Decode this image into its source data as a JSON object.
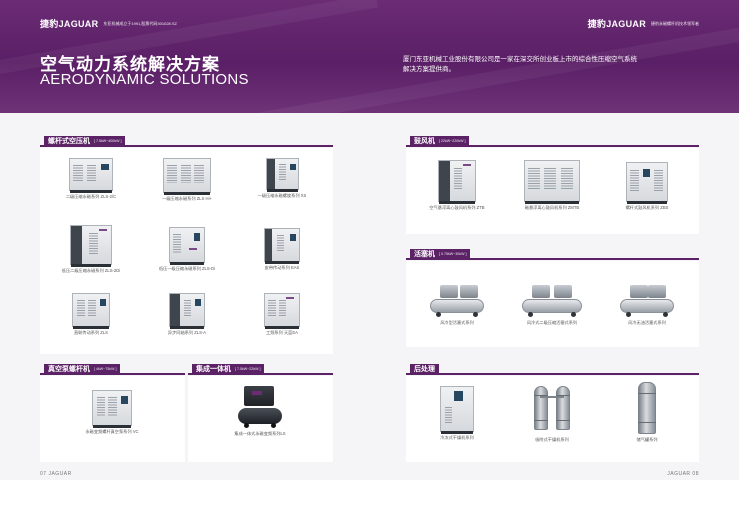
{
  "header": {
    "left_brand": "捷豹JAGUAR",
    "left_sub": "东亚机械成立于1991,股票代码301028.SZ",
    "right_brand": "捷豹JAGUAR",
    "right_sub": "捷豹永磁螺杆机技术领军者"
  },
  "hero": {
    "title_cn": "空气动力系统解决方案",
    "title_en": "AERODYNAMIC SOLUTIONS",
    "intro": "厦门东亚机械工业股份有限公司是一家在深交所创业板上市的综合性压缩空气系统解决方案提供商。"
  },
  "sections": {
    "screw": {
      "title": "螺杆式空压机",
      "range": "[ 7.5kW~400kW ]",
      "items": [
        "二级压缩永磁系列 ZLS-2/C",
        "一级压缩永磁系列 ZLS Hi+",
        "一级压缩永磁螺旋系列 XS",
        "低压二级压缩永磁系列 ZLS-2Di",
        "低压一级压缩永磁系列 ZLS-Di",
        "皮带传动系列 EAS",
        "直联传动系列 ZLS",
        "异步同轴系列 ZLS-A",
        "工频系列 天蓝EA"
      ]
    },
    "vacuum": {
      "title": "真空泵螺杆机",
      "range": "[ 4kW~75kW ]",
      "items": [
        "永磁变频螺杆真空泵系列 VC"
      ]
    },
    "integrated": {
      "title": "集成一体机",
      "range": "[ 7.5kW~22kW ]",
      "items": [
        "集成一体式永磁变频系列LS"
      ]
    },
    "blower": {
      "title": "鼓风机",
      "range": "[ 22kW~220kW ]",
      "items": [
        "空气悬浮离心鼓风机系列 ZTB",
        "磁悬浮离心鼓风机系列 ZMTB",
        "螺杆式鼓风机系列 ZBS"
      ]
    },
    "piston": {
      "title": "活塞机",
      "range": "[ 0.75kW~30kW ]",
      "items": [
        "风冷型活塞式系列",
        "风冷式二级压缩活塞式系列",
        "风冷无油活塞式系列"
      ]
    },
    "post": {
      "title": "后处理",
      "items": [
        "冷冻式干燥机系列",
        "吸附式干燥机系列",
        "储气罐系列"
      ]
    }
  },
  "footer": {
    "left": "07 JAGUAR",
    "right": "JAGUAR 08"
  },
  "colors": {
    "brand_purple": "#5b2266",
    "banner_purple": "#6b2c74",
    "page_gray": "#f5f4f6"
  }
}
